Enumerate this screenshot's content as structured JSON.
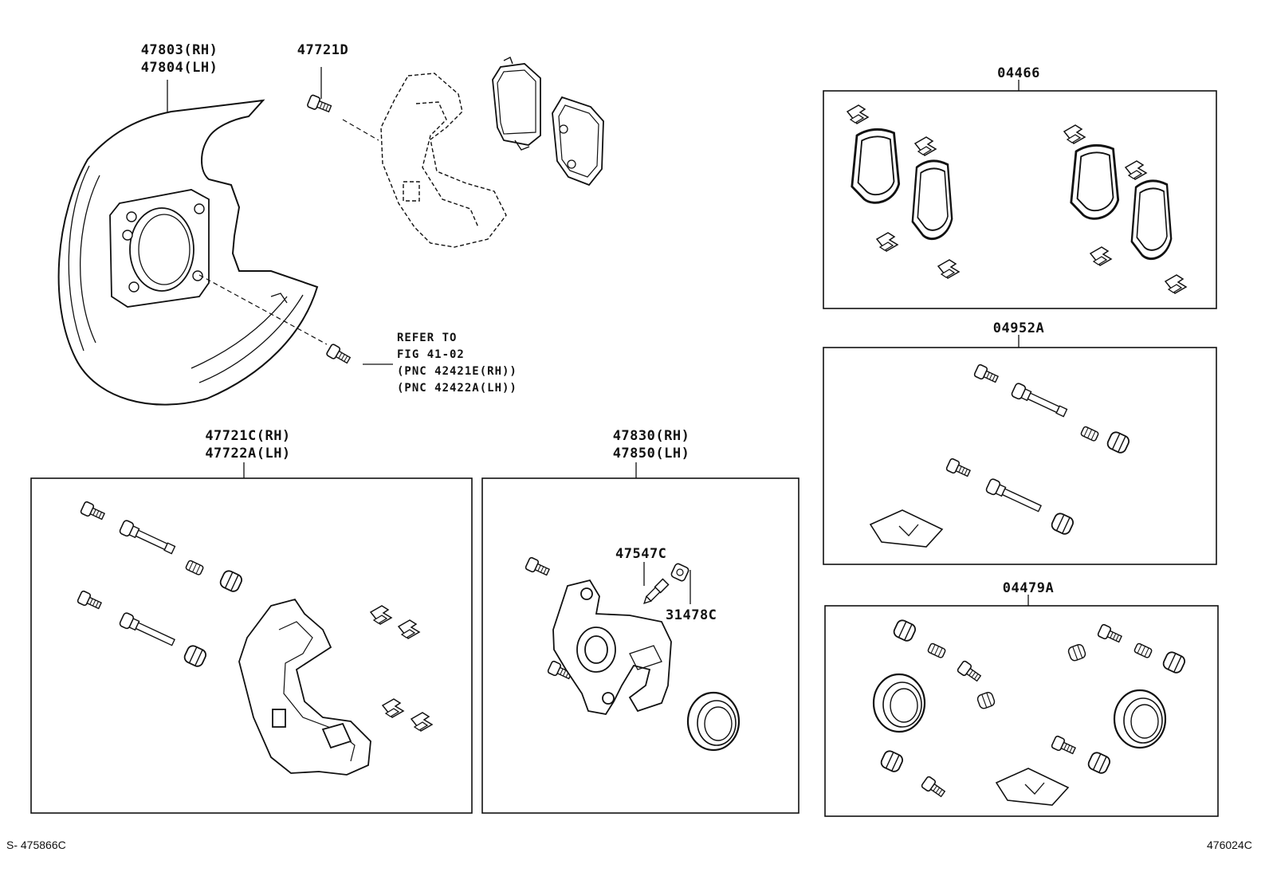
{
  "labels": {
    "shield_rh": "47803(RH)",
    "shield_lh": "47804(LH)",
    "bolt": "47721D",
    "kit_04466": "04466",
    "kit_04952a": "04952A",
    "kit_04479a": "04479A",
    "mounting_rh": "47721C(RH)",
    "mounting_lh": "47722A(LH)",
    "caliper_rh": "47830(RH)",
    "caliper_lh": "47850(LH)",
    "bleeder": "47547C",
    "cap": "31478C"
  },
  "refer": {
    "line1": "REFER TO",
    "line2": "FIG 41-02",
    "line3": "(PNC 42421E(RH))",
    "line4": "(PNC 42422A(LH))"
  },
  "footer": {
    "left": "S- 475866C",
    "right": "476024C"
  }
}
